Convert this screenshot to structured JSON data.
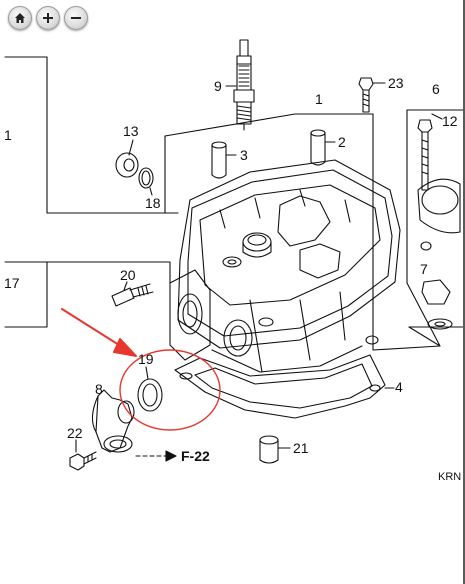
{
  "toolbar": {
    "home_icon": "home-icon",
    "zoom_in_icon": "zoom-in-icon",
    "zoom_out_icon": "zoom-out-icon"
  },
  "diagram": {
    "callouts": {
      "c1": "1",
      "c1_left": "1",
      "c2": "2",
      "c3": "3",
      "c4": "4",
      "c6": "6",
      "c7": "7",
      "c8": "8",
      "c9": "9",
      "c12": "12",
      "c13": "13",
      "c17": "17",
      "c18": "18",
      "c19": "19",
      "c20": "20",
      "c21": "21",
      "c22": "22",
      "c23": "23"
    },
    "direction_label": "F-22",
    "code_label": "KRN",
    "colors": {
      "annotation": "#e8372f",
      "line": "#111111"
    }
  }
}
